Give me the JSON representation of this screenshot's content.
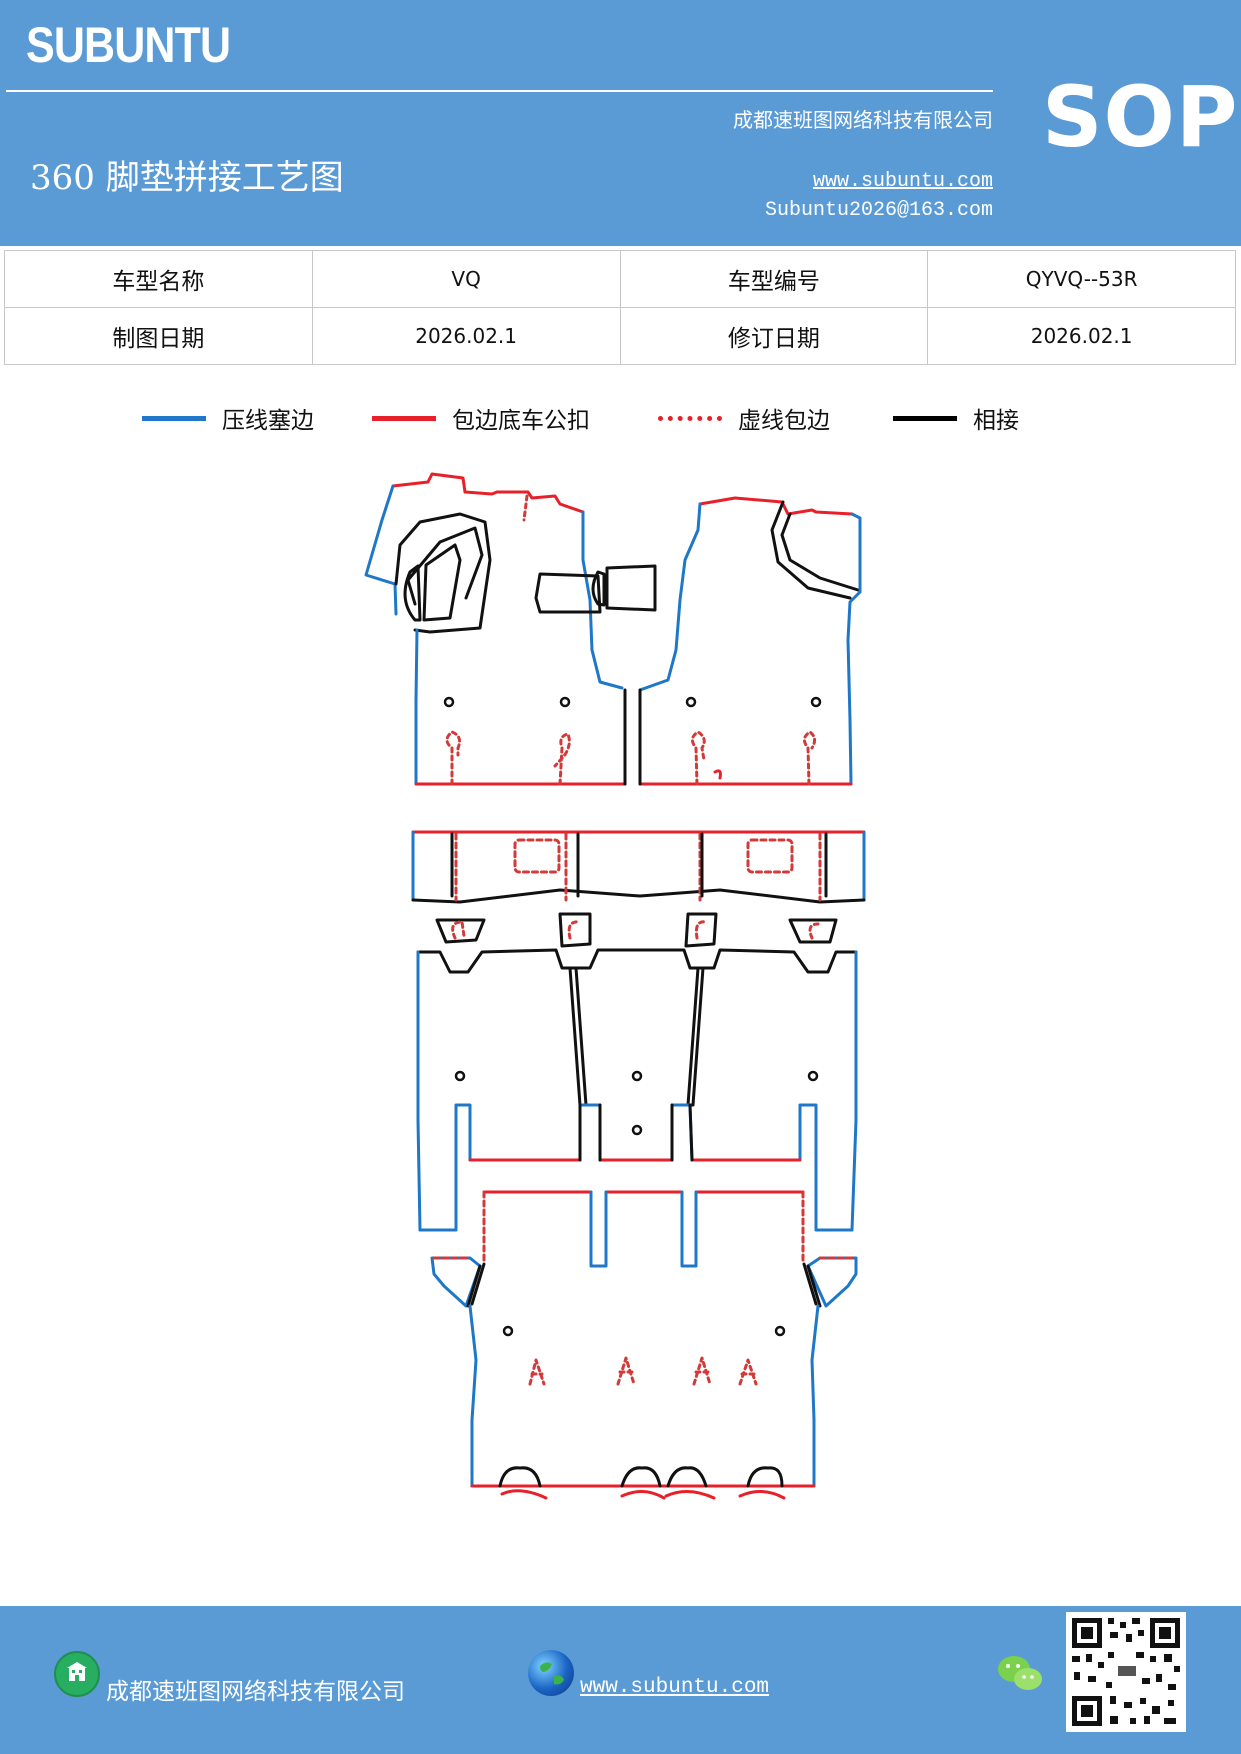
{
  "header": {
    "brand": "SUBUNTU",
    "company": "成都速班图网络科技有限公司",
    "title": "360 脚垫拼接工艺图",
    "website": "www.subuntu.com",
    "email": "Subuntu2026@163.com",
    "badge": "SOP"
  },
  "info": {
    "model_name_label": "车型名称",
    "model_name_value": "VQ",
    "model_code_label": "车型编号",
    "model_code_value": "QYVQ--53R",
    "draw_date_label": "制图日期",
    "draw_date_value": "2026.02.1",
    "revise_date_label": "修订日期",
    "revise_date_value": "2026.02.1"
  },
  "legend": [
    {
      "label": "压线塞边",
      "color": "#1f77c8",
      "style": "solid"
    },
    {
      "label": "包边底车公扣",
      "color": "#e8202a",
      "style": "solid"
    },
    {
      "label": "虚线包边",
      "color": "#e8202a",
      "style": "dotted"
    },
    {
      "label": "相接",
      "color": "#000000",
      "style": "solid"
    }
  ],
  "footer": {
    "company": "成都速班图网络科技有限公司",
    "website": "www.subuntu.com "
  },
  "colors": {
    "header_bg": "#5b9bd5",
    "blue_line": "#1f77c8",
    "red_line": "#e8202a",
    "dashed_red": "#d23a3a",
    "black_line": "#111111"
  },
  "icons": [
    "company-building-icon",
    "globe-icon",
    "wechat-icon",
    "qr-code-icon"
  ]
}
